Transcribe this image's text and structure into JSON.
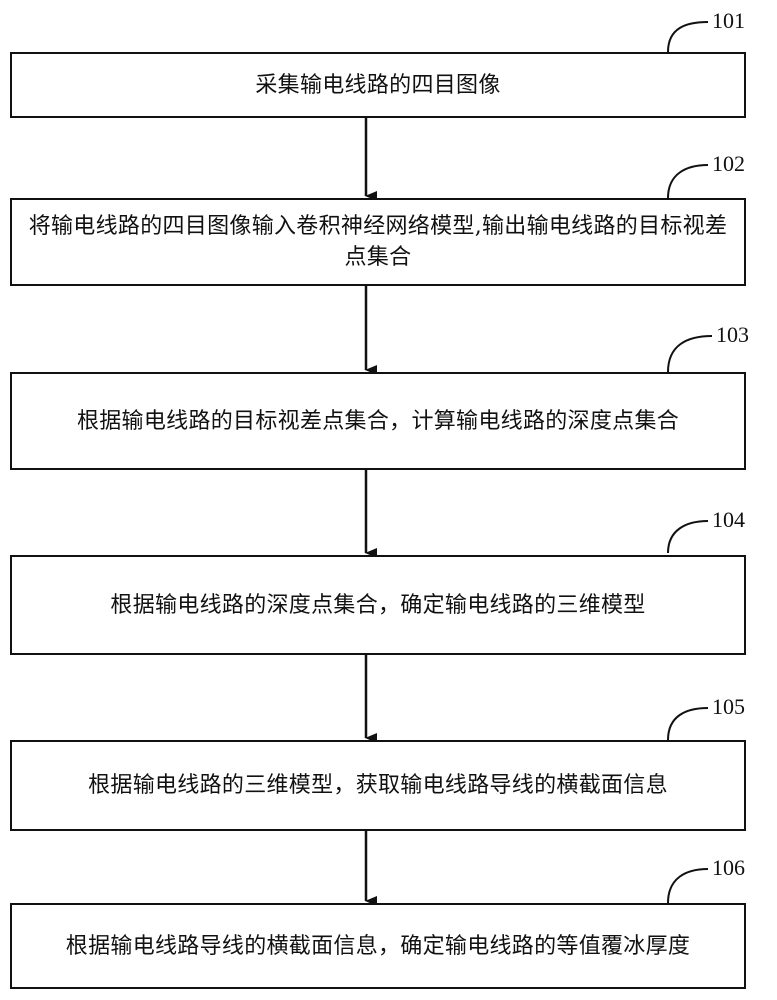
{
  "steps": [
    {
      "id": "101",
      "text": "采集输电线路的四目图像"
    },
    {
      "id": "102",
      "text": "将输电线路的四目图像输入卷积神经网络模型,输出输电线路的目标视差点集合"
    },
    {
      "id": "103",
      "text": "根据输电线路的目标视差点集合，计算输电线路的深度点集合"
    },
    {
      "id": "104",
      "text": "根据输电线路的深度点集合，确定输电线路的三维模型"
    },
    {
      "id": "105",
      "text": "根据输电线路的三维模型，获取输电线路导线的横截面信息"
    },
    {
      "id": "106",
      "text": "根据输电线路导线的横截面信息，确定输电线路的等值覆冰厚度"
    }
  ],
  "colors": {
    "stroke": "#111111",
    "background": "#ffffff"
  }
}
